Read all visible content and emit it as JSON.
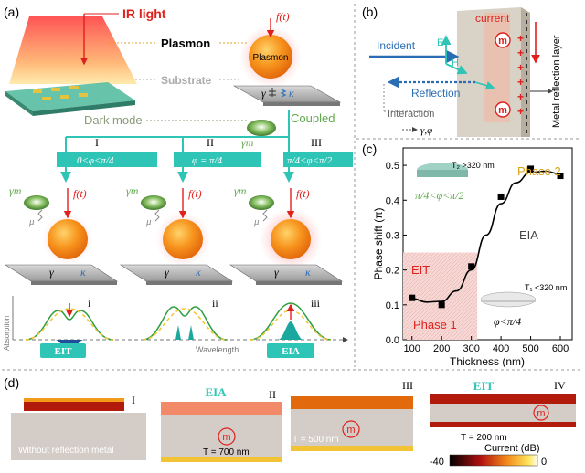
{
  "panel_a": {
    "label": "(a)",
    "ir_light": "IR light",
    "f_t": "f(t)",
    "plasmon": "Plasmon",
    "plasmon_ball": "Plasmon",
    "substrate": "Substrate",
    "gamma": "γ",
    "kappa": "κ",
    "dark_mode": "Dark mode",
    "coupled": "Coupled",
    "gamma_m": "γm",
    "mu": "μ",
    "branches": [
      {
        "roman": "I",
        "condition": "0<φ<π/4"
      },
      {
        "roman": "II",
        "condition": "φ = π/4"
      },
      {
        "roman": "III",
        "condition": "π/4<φ<π/2"
      }
    ],
    "spectra": [
      {
        "roman": "i",
        "badge": "EIT"
      },
      {
        "roman": "ii",
        "badge": ""
      },
      {
        "roman": "iii",
        "badge": "EIA"
      }
    ],
    "y_axis": "Absorption",
    "x_axis": "Wavelength"
  },
  "panel_b": {
    "label": "(b)",
    "incident": "Incident",
    "reflection": "Reflection",
    "interaction": "Interaction",
    "gamma_phi": "γ,φ",
    "current": "current",
    "E": "E",
    "H": "H",
    "m": "m",
    "metal_layer": "Metal reflection layer"
  },
  "panel_c": {
    "label": "(c)",
    "ylabel": "Phase shift (π)",
    "xlabel": "Thickness (nm)",
    "phase1": "Phase 1",
    "phase2": "Phase 2",
    "eit": "EIT",
    "eia": "EIA",
    "t2": "T₂ >320 nm",
    "t1": "T₁ <320 nm",
    "cond_upper": "π/4<φ<π/2",
    "cond_lower": "φ<π/4"
  },
  "chart_data": {
    "type": "scatter",
    "x": [
      100,
      200,
      300,
      400,
      500,
      600
    ],
    "y": [
      0.12,
      0.1,
      0.21,
      0.41,
      0.49,
      0.47
    ],
    "xticks": [
      "100",
      "200",
      "300",
      "400",
      "500",
      "600"
    ],
    "yticks": [
      "0.0",
      "0.1",
      "0.2",
      "0.3",
      "0.4",
      "0.5"
    ],
    "xlim": [
      70,
      640
    ],
    "ylim": [
      0,
      0.55
    ],
    "xlabel": "Thickness (nm)",
    "ylabel": "Phase shift (π)",
    "fit": [
      [
        100,
        0.118
      ],
      [
        150,
        0.108
      ],
      [
        200,
        0.11
      ],
      [
        250,
        0.14
      ],
      [
        300,
        0.2
      ],
      [
        350,
        0.3
      ],
      [
        400,
        0.39
      ],
      [
        450,
        0.45
      ],
      [
        500,
        0.48
      ],
      [
        550,
        0.483
      ],
      [
        600,
        0.475
      ]
    ]
  },
  "panel_d": {
    "label": "(d)",
    "items": [
      {
        "roman": "I",
        "note": "Without reflection metal",
        "badge": ""
      },
      {
        "roman": "II",
        "note": "T = 700 nm",
        "badge": "EIA"
      },
      {
        "roman": "III",
        "note": "T = 500 nm",
        "badge": ""
      },
      {
        "roman": "IV",
        "note": "T = 200 nm",
        "badge": "EIT"
      }
    ],
    "m": "m",
    "colorbar_label": "Current (dB)",
    "colorbar_min": "-40",
    "colorbar_max": "0"
  }
}
